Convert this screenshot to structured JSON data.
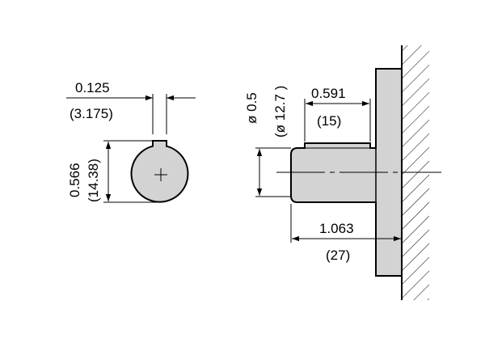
{
  "drawing": {
    "left_view": {
      "key_width_in": "0.125",
      "key_width_mm": "(3.175)",
      "height_in": "0.566",
      "height_mm": "(14.38)"
    },
    "right_view": {
      "shaft_dia_in": "ø 0.5",
      "shaft_dia_mm": "(ø 12.7 )",
      "key_length_in": "0.591",
      "key_length_mm": "(15)",
      "shaft_length_in": "1.063",
      "shaft_length_mm": "(27)"
    },
    "colors": {
      "fill": "#d3d3d3",
      "line": "#000000",
      "background": "#ffffff"
    }
  }
}
